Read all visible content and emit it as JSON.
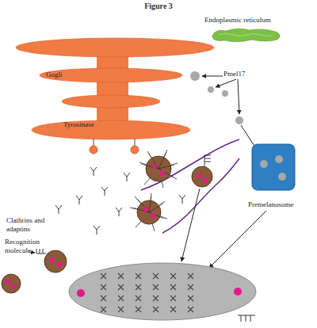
{
  "diagram": {
    "title": "Figure 3",
    "nodes": [
      {
        "text": [
          "Gogli",
          "Tyrosinase"
        ]
      },
      {
        "text": [
          "Endoplasmic reticulum"
        ]
      },
      {
        "text": [
          "Premelanosome"
        ]
      }
    ],
    "labels": [
      "Pmel17",
      "Clathrins and adaptins",
      "Recognition molecule"
    ]
  }
}
